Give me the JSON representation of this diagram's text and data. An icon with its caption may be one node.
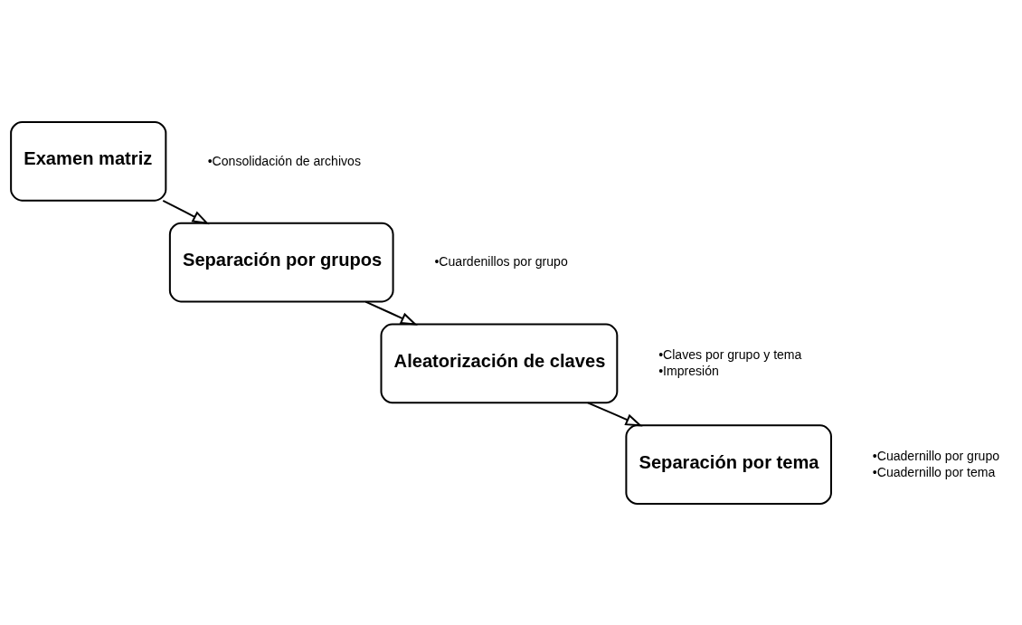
{
  "diagram": {
    "nodes": [
      {
        "text": [
          "Examen matriz"
        ],
        "beside": [
          "•Consolidación de archivos"
        ]
      },
      {
        "text": [
          "Separación por grupos"
        ],
        "beside": [
          "•Cuardenillos por grupo"
        ]
      },
      {
        "text": [
          "Aleatorización de claves"
        ],
        "beside": [
          "•Claves por grupo y tema",
          "•Impresión"
        ]
      },
      {
        "text": [
          "Separación por tema"
        ],
        "beside": [
          "•Cuadernillo por grupo",
          "•Cuadernillo por tema"
        ]
      }
    ],
    "edges": [
      {
        "from": 0,
        "to": 1,
        "arrow": "to"
      },
      {
        "from": 1,
        "to": 2,
        "arrow": "to"
      },
      {
        "from": 2,
        "to": 3,
        "arrow": "to"
      }
    ]
  }
}
